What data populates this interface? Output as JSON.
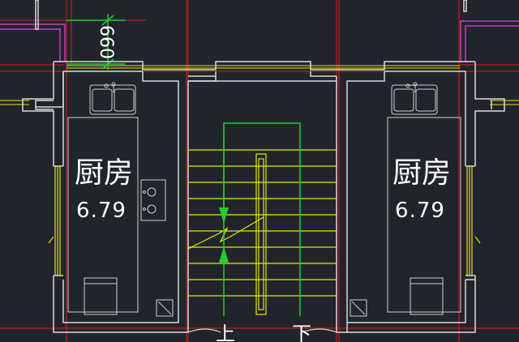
{
  "colors": {
    "background": "#21252b",
    "wall": "#d9d9d9",
    "axis_red": "#e01b1b",
    "magenta": "#c040c0",
    "green": "#22cc33",
    "yellow": "#e6e600",
    "fixture": "#cfcfcf"
  },
  "rooms": [
    {
      "name": "厨房",
      "area": "6.79"
    },
    {
      "name": "厨房",
      "area": "6.79"
    }
  ],
  "dimension": {
    "value": "660"
  },
  "stair": {
    "up_label": "上",
    "down_label": "下"
  }
}
